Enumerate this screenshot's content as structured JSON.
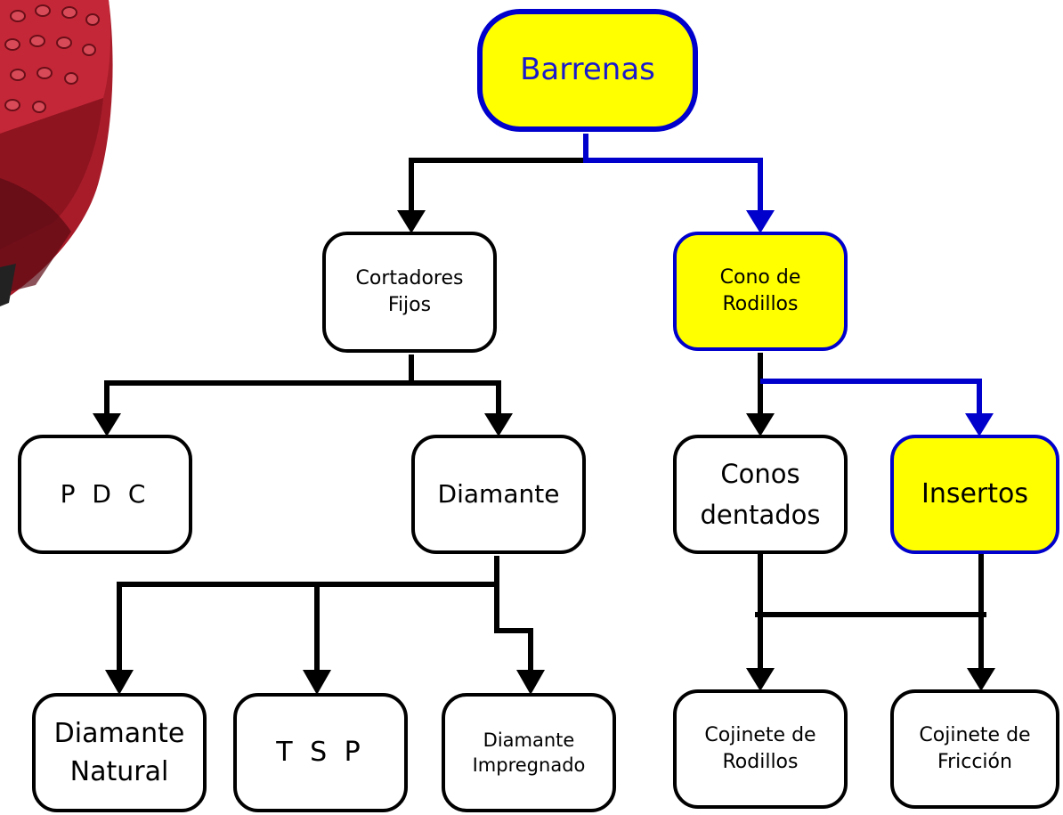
{
  "nodes": {
    "root": "Barrenas",
    "cortadores_fijos": "Cortadores\nFijos",
    "cono_rodillos": "Cono de\nRodillos",
    "pdc": "P D C",
    "diamante": "Diamante",
    "conos_dentados": "Conos\ndentados",
    "insertos": "Insertos",
    "diamante_natural": "Diamante\nNatural",
    "tsp": "T S P",
    "diamante_impregnado": "Diamante\nImpregnado",
    "cojinete_rodillos": "Cojinete de\nRodillos",
    "cojinete_friccion": "Cojinete de\nFricción"
  },
  "highlighted": [
    "root",
    "cono_rodillos",
    "insertos"
  ],
  "colors": {
    "highlight_fill": "#ffff00",
    "highlight_border": "#0000cc",
    "root_text": "#1a1acc",
    "default_border": "#000000",
    "bit_image": "#b0202c"
  },
  "images": {
    "bit": "drill-bit-photo"
  }
}
